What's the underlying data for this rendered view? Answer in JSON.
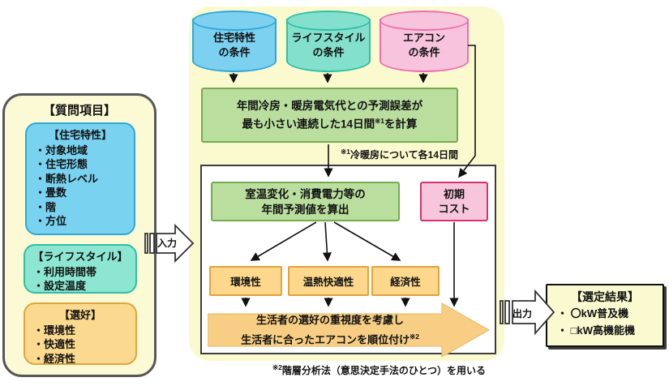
{
  "colors": {
    "background_panel": "#FBFACF",
    "cylinder_blue": "#7CD0F0",
    "cylinder_teal": "#82E0CC",
    "cylinder_pink": "#F8C3DD",
    "process_green": "#B9DE9E",
    "cost_pink": "#F8C6DC",
    "criteria_orange": "#FCD78C",
    "rank_arrow_orange": "#F7CE84",
    "result_yellow": "#FAF9D0"
  },
  "question_panel": {
    "title": "【質問項目】",
    "housing": {
      "title": "【住宅特性】",
      "items": [
        "・対象地域",
        "・住宅形態",
        "・断熱レベル",
        "・畳数",
        "・階",
        "・方位"
      ]
    },
    "lifestyle": {
      "title": "【ライフスタイル】",
      "items": [
        "・利用時間帯",
        "・設定温度"
      ]
    },
    "preference": {
      "title": "【選好】",
      "items": [
        "・環境性",
        "・快適性",
        "・経済性"
      ]
    }
  },
  "flow": {
    "input_label": "入力",
    "output_label": "出力",
    "cylinders": {
      "housing": "住宅特性\nの条件",
      "lifestyle": "ライフスタイル\nの条件",
      "aircon": "エアコン\nの条件"
    },
    "calc_box": {
      "line1": "年間冷房・暖房電気代との予測誤差が",
      "line2_pre": "最も小さい連続した14日間",
      "line2_sup": "※1",
      "line2_post": "を計算"
    },
    "note1": {
      "sup": "※1",
      "text": "冷暖房について各14日間"
    },
    "predict_box": "室温変化・消費電力等の\n年間予測値を算出",
    "cost_box": "初期\nコスト",
    "criteria": [
      "環境性",
      "温熱快適性",
      "経済性"
    ],
    "rank_arrow": {
      "line1": "生活者の選好の重視度を考慮し",
      "line2_pre": "生活者に合ったエアコンを順位付け",
      "line2_sup": "※2"
    },
    "note2": {
      "sup": "※2",
      "text": "階層分析法（意思決定手法のひとつ）を用いる"
    },
    "result_box": {
      "title": "【選定結果】",
      "items": [
        "・ 〇kW普及機",
        "・ □kW高機能機"
      ]
    }
  }
}
